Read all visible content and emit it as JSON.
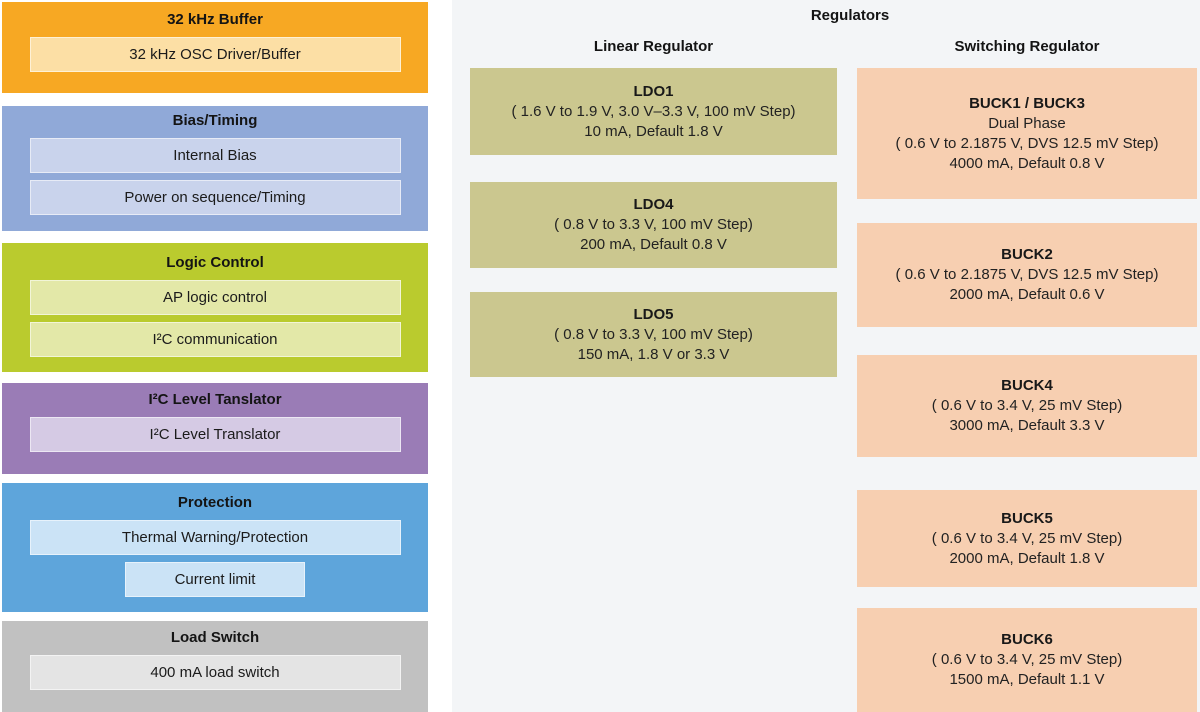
{
  "palette": {
    "page_bg": "#ffffff",
    "panel_bg": "#f3f5f7",
    "text": "#1b1b1b",
    "orange": "#f7a823",
    "orange_light": "#fcdfa5",
    "periwinkle_blue": "#90a9d8",
    "periwinkle_blue_light": "#c9d3ec",
    "yellow_green": "#bacb2e",
    "yellow_green_light": "#e3e8a8",
    "purple": "#9a7cb6",
    "purple_light": "#d5cae4",
    "sky_blue": "#5ea5db",
    "sky_blue_light": "#cbe3f6",
    "gray": "#c1c1c1",
    "gray_light": "#e4e4e4",
    "olive_ldo": "#cbc78f",
    "peach_buck": "#f7cfb1"
  },
  "left_blocks": [
    {
      "title": "32 kHz Buffer",
      "items": [
        "32 kHz OSC Driver/Buffer"
      ]
    },
    {
      "title": "Bias/Timing",
      "items": [
        "Internal Bias",
        "Power on sequence/Timing"
      ]
    },
    {
      "title": "Logic Control",
      "items": [
        "AP logic control",
        "I²C communication"
      ]
    },
    {
      "title": "I²C Level Tanslator",
      "items": [
        "I²C Level Translator"
      ]
    },
    {
      "title": "Protection",
      "items": [
        "Thermal Warning/Protection",
        "Current limit"
      ]
    },
    {
      "title": "Load Switch",
      "items": [
        "400 mA load switch"
      ]
    }
  ],
  "regulators": {
    "title": "Regulators",
    "linear": {
      "header": "Linear Regulator",
      "boxes": [
        {
          "title": "LDO1",
          "lines": [
            "( 1.6 V to 1.9 V, 3.0 V–3.3 V, 100 mV Step)",
            "10 mA, Default 1.8 V"
          ]
        },
        {
          "title": "LDO4",
          "lines": [
            "( 0.8 V to 3.3 V, 100 mV Step)",
            "200 mA, Default 0.8 V"
          ]
        },
        {
          "title": "LDO5",
          "lines": [
            "( 0.8 V to 3.3 V, 100 mV Step)",
            "150 mA, 1.8 V or 3.3 V"
          ]
        }
      ]
    },
    "switching": {
      "header": "Switching Regulator",
      "boxes": [
        {
          "title": "BUCK1 / BUCK3",
          "lines": [
            "Dual Phase",
            "( 0.6 V to 2.1875 V, DVS 12.5 mV Step)",
            "4000 mA, Default 0.8 V"
          ]
        },
        {
          "title": "BUCK2",
          "lines": [
            "( 0.6 V to 2.1875 V, DVS 12.5 mV Step)",
            "2000 mA, Default 0.6 V"
          ]
        },
        {
          "title": "BUCK4",
          "lines": [
            "( 0.6 V to 3.4 V, 25 mV Step)",
            "3000 mA, Default 3.3 V"
          ]
        },
        {
          "title": "BUCK5",
          "lines": [
            "( 0.6 V to 3.4 V, 25 mV Step)",
            "2000 mA, Default 1.8 V"
          ]
        },
        {
          "title": "BUCK6",
          "lines": [
            "( 0.6 V to 3.4 V, 25 mV Step)",
            "1500 mA, Default 1.1 V"
          ]
        }
      ]
    }
  }
}
